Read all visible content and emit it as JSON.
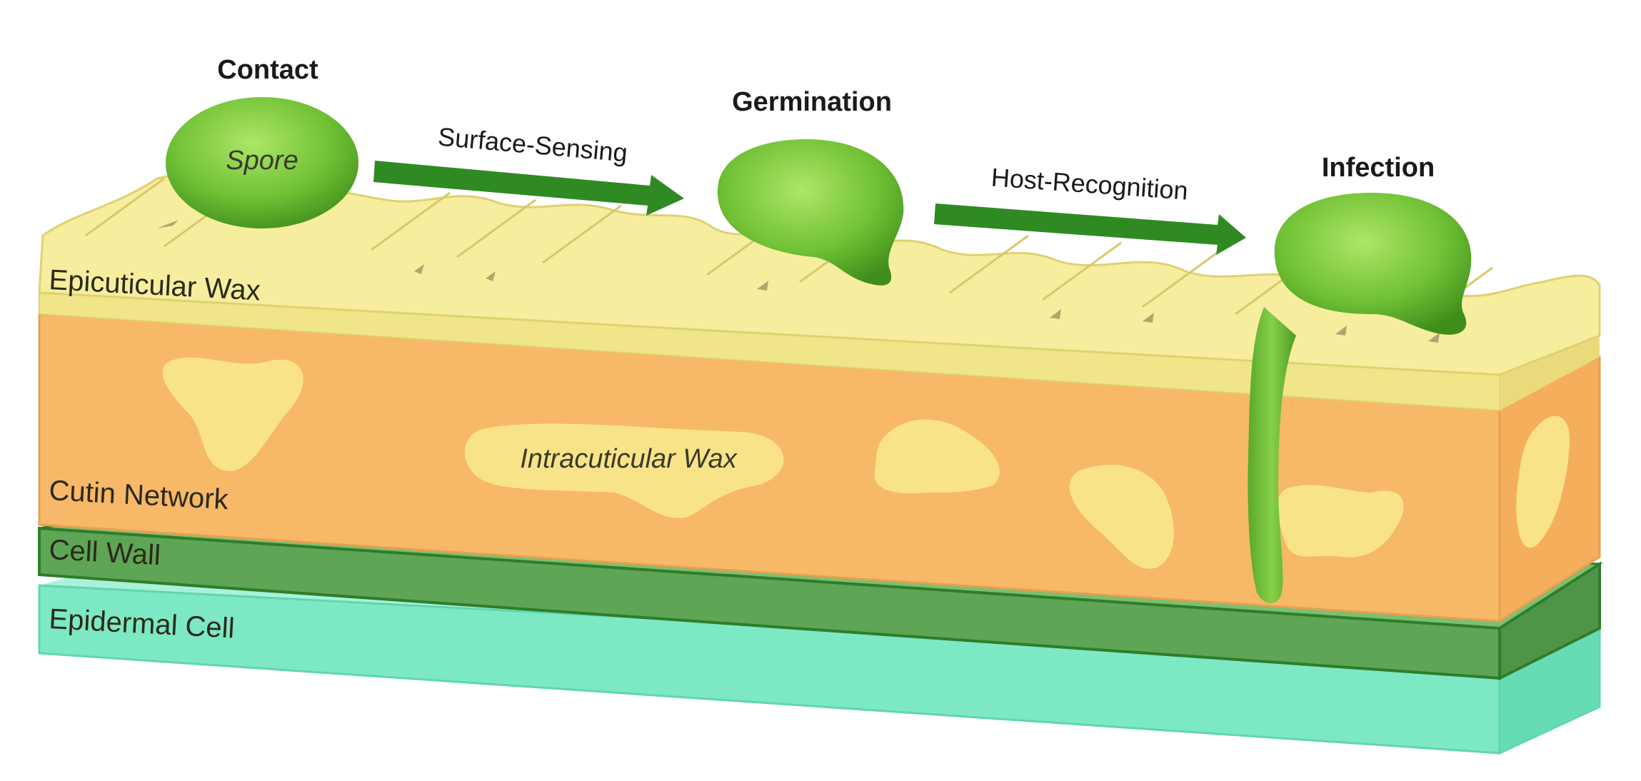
{
  "stages": {
    "contact": "Contact",
    "germination": "Germination",
    "infection": "Infection"
  },
  "arrows": {
    "surface_sensing": "Surface-Sensing",
    "host_recognition": "Host-Recognition"
  },
  "layers": {
    "epicuticular_wax": "Epicuticular Wax",
    "cutin_network": "Cutin Network",
    "cell_wall": "Cell Wall",
    "epidermal_cell": "Epidermal Cell"
  },
  "inline_labels": {
    "spore": "Spore",
    "intracuticular_wax": "Intracuticular Wax"
  },
  "colors": {
    "wax": "#f3ec9e",
    "cutin": "#f7b867",
    "cell_wall": "#5fa556",
    "epidermal": "#7de8c4",
    "fungus": "#79c93a",
    "arrow": "#2f8a23"
  }
}
